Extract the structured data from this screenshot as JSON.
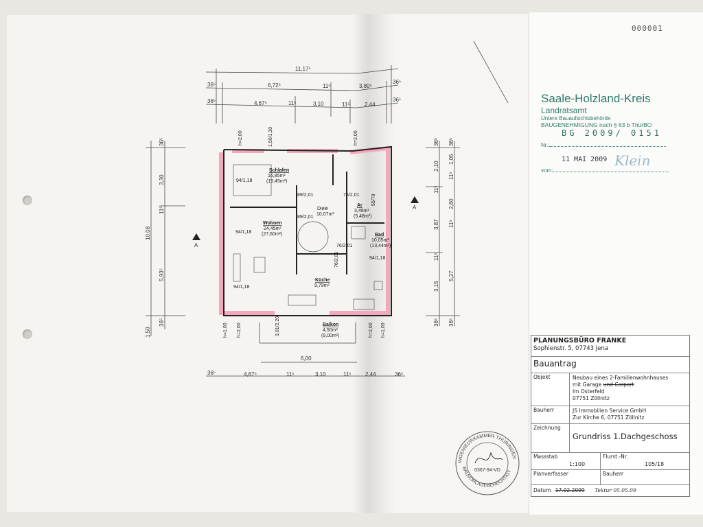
{
  "document_number": "000001",
  "authority_stamp": {
    "district": "Saale-Holzland-Kreis",
    "office": "Landratsamt",
    "department": "Untere Bauaufsichtsbehörde",
    "permit_title": "BAUGENEHMIGUNG nach § 63 b ThürBO",
    "nr_label": "Nr.:",
    "nr_value": "BG 2009/ 0151",
    "date_label": "vom:",
    "date_value": "11 MAI 2009",
    "signature": "Klein"
  },
  "title_block": {
    "firm": "PLANUNGSBÜRO FRANKE",
    "firm_address": "Sophienstr. 5, 07743 Jena",
    "doc_type": "Bauantrag",
    "objekt_label": "Objekt",
    "objekt_lines": [
      "Neubau eines 2-Familienwohnhauses",
      "mit Garage",
      "und Carport",
      "Im Osterfeld",
      "07751 Zöllnitz"
    ],
    "bauherr_label": "Bauherr",
    "bauherr_lines": [
      "JS Immobilien Service GmbH",
      "Zur Kirche 6, 07751 Zöllnitz"
    ],
    "zeichnung_label": "Zeichnung",
    "zeichnung_value": "Grundriss 1.Dachgeschoss",
    "massstab_label": "Massstab",
    "massstab_value": "1:100",
    "flurst_label": "Flurst.-Nr.",
    "flurst_value": "105/18",
    "planverfasser_label": "Planverfasser",
    "bauherr2_label": "Bauherr",
    "datum_label": "Datum",
    "datum_struck": "17.02.2009",
    "tektur": "Tektur 05.05.09"
  },
  "engineer_seal": {
    "ring_top": "INGENIEURKAMMER THÜRINGEN",
    "ring_bottom": "BAUVORLAGEBERECHTIGT",
    "number": "0367-94-VD"
  },
  "plan": {
    "rooms": [
      {
        "name": "Schlafen",
        "area": "16,85m²",
        "area2": "(19,45m²)"
      },
      {
        "name": "Wohnen",
        "area": "24,45m²",
        "area2": "(27,60m²)"
      },
      {
        "name": "Diele",
        "area": "10,07m²"
      },
      {
        "name": "Ar",
        "area": "3,46m²",
        "area2": "(5,48m²)"
      },
      {
        "name": "Bad",
        "area": "10,05m²",
        "area2": "(13,44m²)"
      },
      {
        "name": "Küche",
        "area": "9,79m²"
      },
      {
        "name": "Balkon",
        "area": "4,50m²",
        "area2": "(9,00m²)"
      }
    ],
    "section_marker": "A",
    "dims_top": {
      "overall": "11,17⁵",
      "row2": [
        "36⁵",
        "6,72⁵",
        "11⁵",
        "3,80⁵",
        "36⁵"
      ],
      "row3": [
        "36⁵",
        "4,67⁵",
        "11⁵",
        "3,10",
        "11⁵",
        "2,44",
        "36⁵"
      ]
    },
    "dims_bottom": {
      "balkon_width": "6,00",
      "row": [
        "36⁵",
        "4,67⁵",
        "11⁵",
        "3,10",
        "11⁵",
        "2,44",
        "36⁵"
      ]
    },
    "dims_left": {
      "overall": "10,08",
      "row": [
        "36⁵",
        "3,30",
        "11⁵",
        "5,93⁵",
        "36⁵"
      ],
      "extra": "1,50"
    },
    "dims_right": {
      "row1": [
        "36⁵",
        "2,10",
        "11⁵",
        "3,87",
        "11⁵",
        "3,15",
        "36⁵"
      ],
      "row2": [
        "36⁵",
        "1,05",
        "11⁵",
        "2,80",
        "11⁵",
        "5,27",
        "36⁵"
      ]
    },
    "openings": [
      "89/2,01",
      "89/2,01",
      "76/2,01",
      "76/2,01",
      "76/2,01",
      "94/1,18",
      "94/1,18",
      "94/1,18",
      "94/1,18",
      "55/78",
      "1,50/1,30",
      "3,01/2,20"
    ],
    "heights": [
      "h=2,00",
      "h=1,00"
    ]
  }
}
